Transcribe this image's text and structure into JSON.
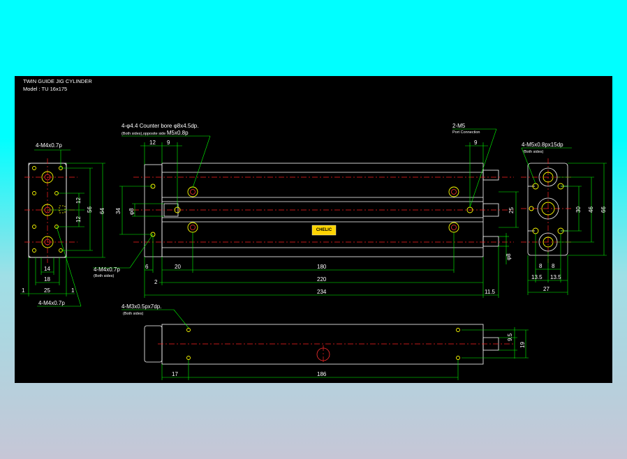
{
  "title": {
    "line1": "TWIN GUIDE JIG CYLINDER",
    "line2": "Model : TU 16x175"
  },
  "callouts": {
    "end_top_thread": "4-M4x0.7p",
    "end_bottom_thread": "4-M4x0.7p",
    "counterbore_line1": "4-φ4.4 Counter bore φ8x4.5dp.",
    "counterbore_line2a": "(Both sides),opposite side ",
    "counterbore_line2b": "M5x0.8p",
    "front_left_thread": "4-M4x0.7p",
    "front_left_note": "(Both sides)",
    "port_thread": "2-M5",
    "port_note": "Port Connection",
    "right_thread": "4-M5x0.8px15dp",
    "right_note": "(Both sides)",
    "bottom_thread": "4-M3x0.5px7dp.",
    "bottom_note": "(Both sides)",
    "nameplate": "CHELIC"
  },
  "dims": {
    "left_14": "14",
    "left_18": "18",
    "left_25": "25",
    "left_1a": "1",
    "left_1b": "1",
    "left_12a": "12",
    "left_12b": "12",
    "left_56": "56",
    "left_64": "64",
    "front_12": "12",
    "front_9a": "9",
    "front_9b": "9",
    "front_phi8a": "φ8",
    "front_34": "34",
    "front_6": "6",
    "front_20": "20",
    "front_180": "180",
    "front_2": "2",
    "front_220": "220",
    "front_234": "234",
    "front_11_5": "11.5",
    "front_25": "25",
    "front_phi8b": "φ8",
    "right_30": "30",
    "right_46": "46",
    "right_66": "66",
    "right_8a": "8",
    "right_8b": "8",
    "right_13_5a": "13.5",
    "right_13_5b": "13.5",
    "right_27": "27",
    "bottom_9_5": "9.5",
    "bottom_19": "19",
    "bottom_17": "17",
    "bottom_186": "186"
  },
  "colors": {
    "background_top": "#00ffff",
    "canvas": "#000000",
    "part_outline": "#ffffff",
    "dimension": "#00ff00",
    "centerline": "#ff2020",
    "hole": "#ffff00"
  }
}
